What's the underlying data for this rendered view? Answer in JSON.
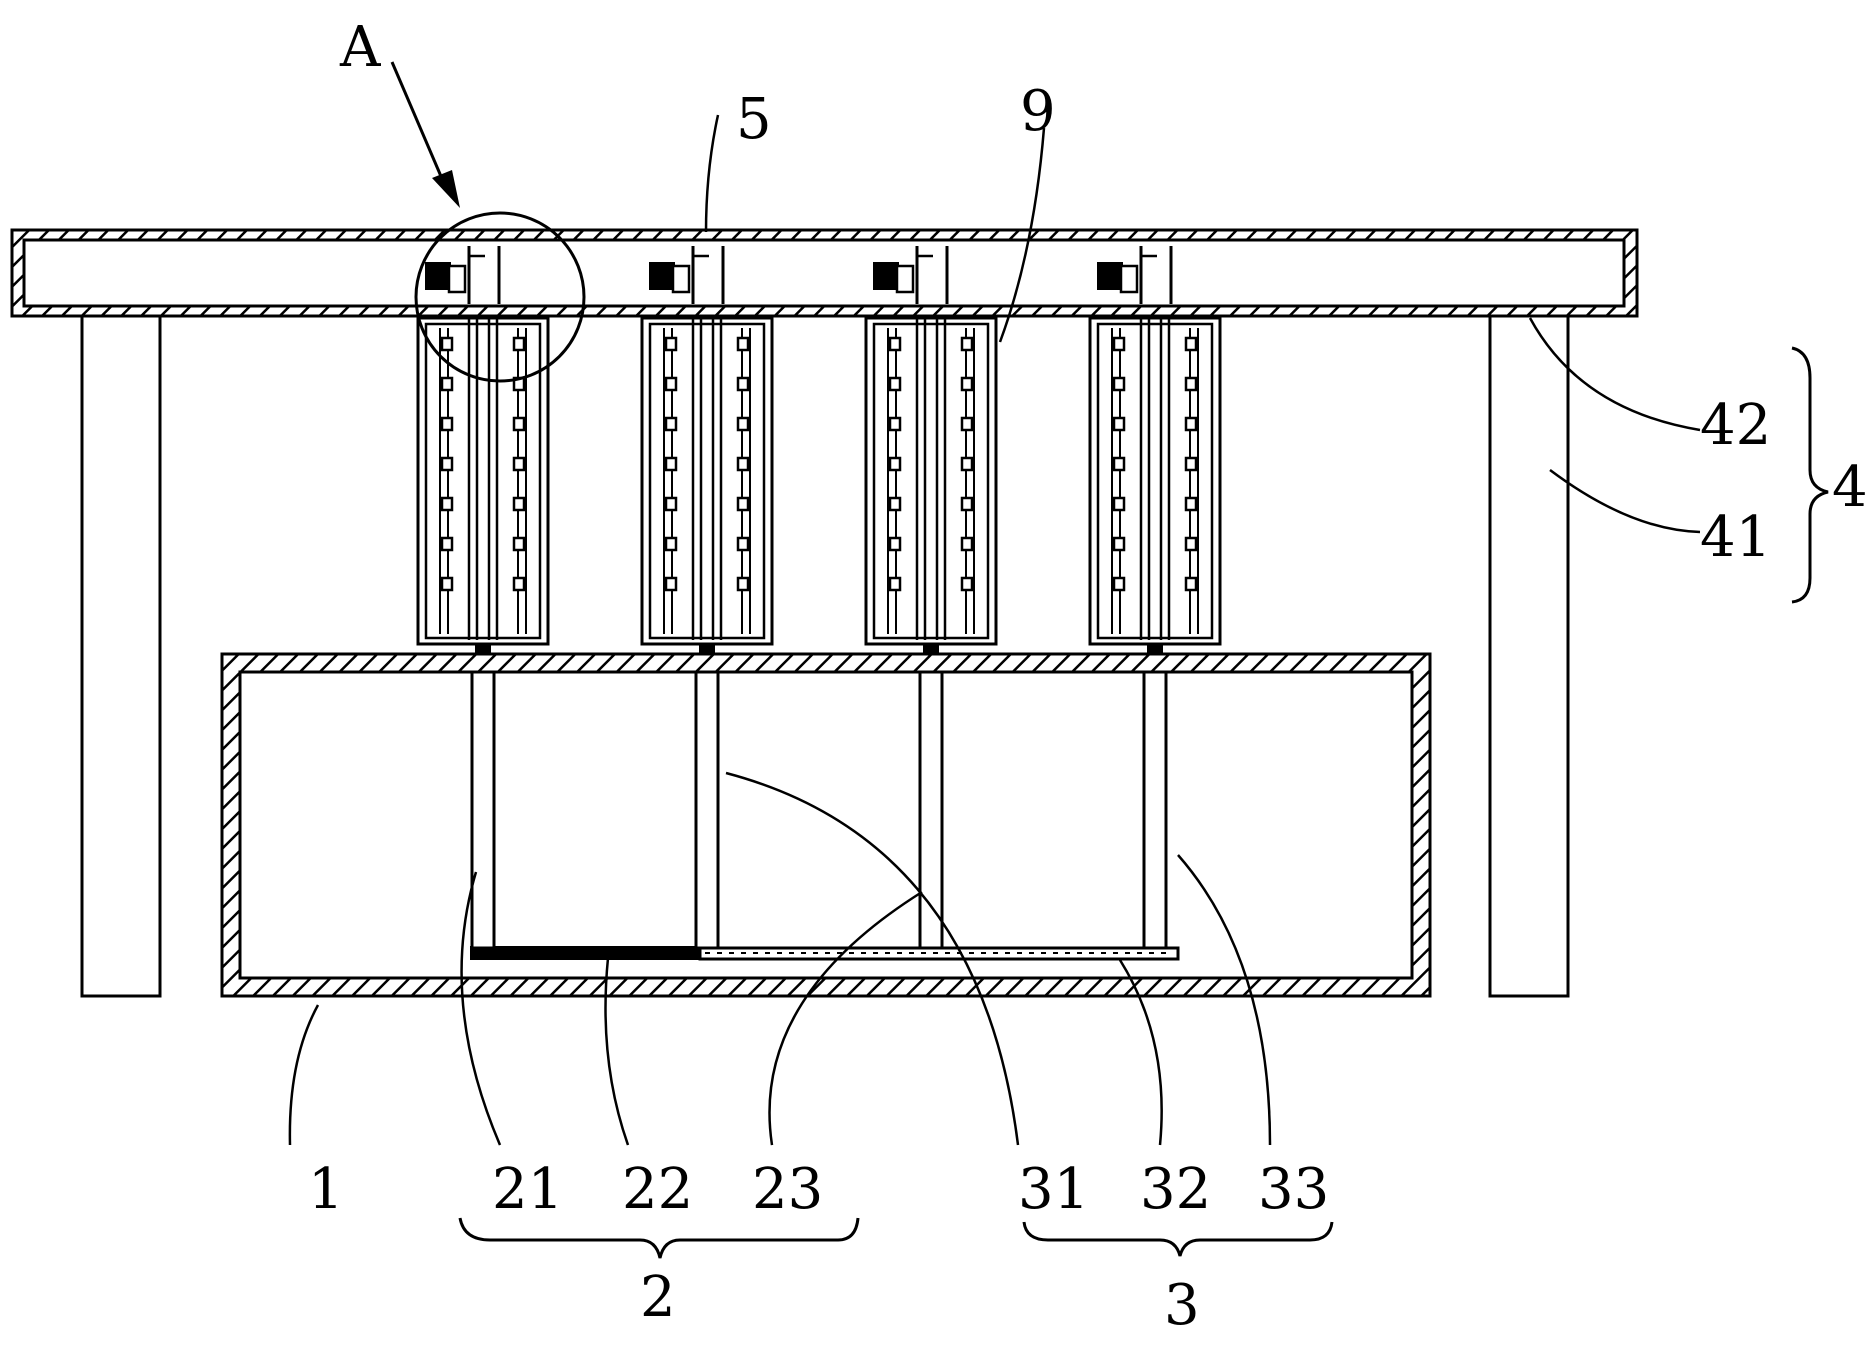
{
  "diagram": {
    "labels": {
      "detail_A": "A",
      "part_5": "5",
      "part_9": "9",
      "part_42": "42",
      "part_41": "41",
      "group_4": "4",
      "part_1": "1",
      "part_21": "21",
      "part_22": "22",
      "part_23": "23",
      "part_31": "31",
      "part_32": "32",
      "part_33": "33",
      "group_2": "2",
      "group_3": "3"
    },
    "stack_count": 4,
    "rollers_per_column": 7,
    "colors": {
      "ink": "#000000",
      "paper": "#ffffff"
    }
  }
}
